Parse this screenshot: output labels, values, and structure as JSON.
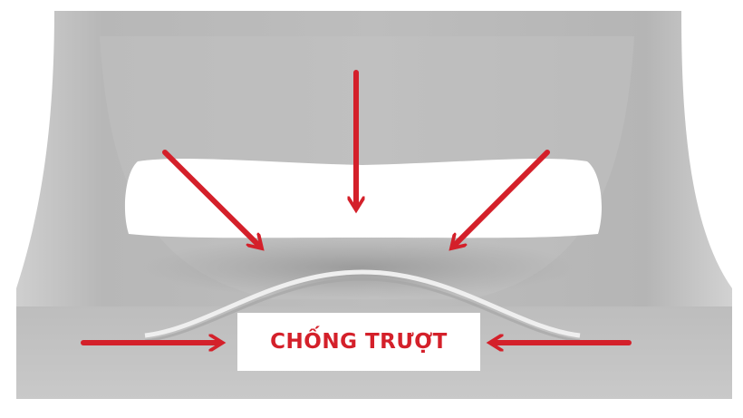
{
  "label": {
    "text": "CHỐNG TRƯỢT"
  },
  "colors": {
    "arrow": "#d4202a",
    "label_text": "#d4202a",
    "label_background": "#ffffff",
    "product": "#b9b9b9"
  },
  "arrows": {
    "count": 5,
    "directions": [
      "down-right",
      "down",
      "down-left",
      "right",
      "left"
    ]
  }
}
